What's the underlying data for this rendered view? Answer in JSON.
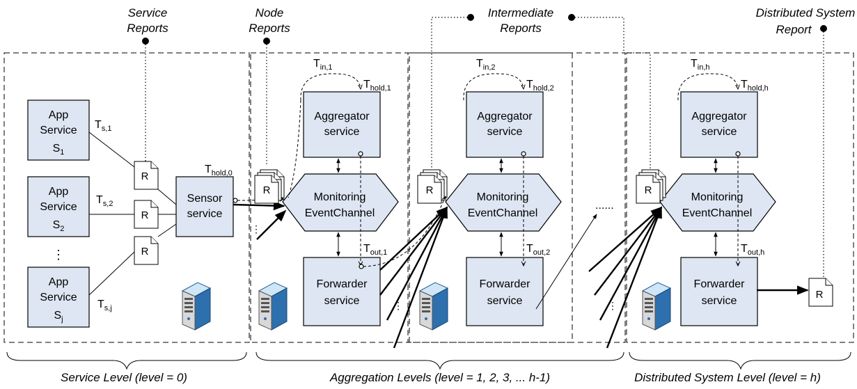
{
  "top_labels": {
    "service_reports": [
      "Service",
      "Reports"
    ],
    "node_reports": [
      "Node",
      "Reports"
    ],
    "intermediate_reports": [
      "Intermediate",
      "Reports"
    ],
    "system_report": [
      "Distributed System",
      "Report"
    ]
  },
  "app_services": [
    {
      "line1": "App",
      "line2": "Service",
      "name": "S",
      "sub": "1",
      "t": "T",
      "t_sub": "s,1"
    },
    {
      "line1": "App",
      "line2": "Service",
      "name": "S",
      "sub": "2",
      "t": "T",
      "t_sub": "s,2"
    },
    {
      "line1": "App",
      "line2": "Service",
      "name": "S",
      "sub": "j",
      "t": "T",
      "t_sub": "s,j"
    }
  ],
  "vertical_ellipsis": "⋮",
  "report_letter": "R",
  "sensor": {
    "line1": "Sensor",
    "line2": "service",
    "t": "T",
    "t_sub": "hold,0"
  },
  "aggregator": {
    "line1": "Aggregator",
    "line2": "service"
  },
  "channel": {
    "line1": "Monitoring",
    "line2": "EventChannel"
  },
  "forwarder": {
    "line1": "Forwarder",
    "line2": "service"
  },
  "node_levels": [
    {
      "t_in": "in,1",
      "t_hold": "hold,1",
      "t_out": "out,1"
    },
    {
      "t_in": "in,2",
      "t_hold": "hold,2",
      "t_out": "out,2"
    },
    {
      "t_in": "in,h",
      "t_hold": "hold,h",
      "t_out": "out,h"
    }
  ],
  "t_symbol": "T",
  "horizontal_ellipsis": "......",
  "bottom_labels": {
    "service_level": "Service Level (level = 0)",
    "aggregation_levels": "Aggregation Levels (level = 1, 2, 3, ... h-1)",
    "system_level": "Distributed System Level (level = h)"
  }
}
